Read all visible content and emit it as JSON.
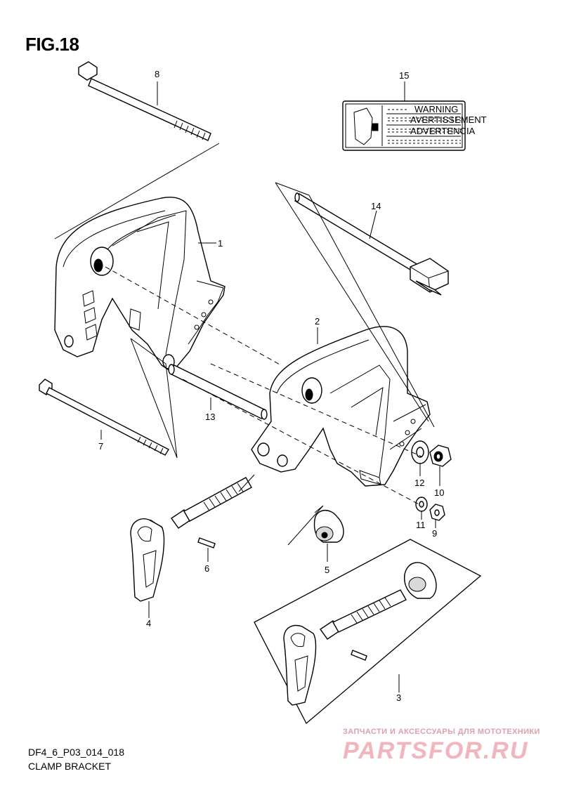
{
  "figure": {
    "title": "FIG.18",
    "code": "DF4_6_P03_014_018",
    "name": "CLAMP BRACKET"
  },
  "callouts": [
    "1",
    "2",
    "3",
    "4",
    "5",
    "6",
    "7",
    "8",
    "9",
    "10",
    "11",
    "12",
    "13",
    "14",
    "15"
  ],
  "label_decal": {
    "lines": [
      "WARNING",
      "AVERTISSEMENT",
      "ADVERTENCIA"
    ]
  },
  "watermark": {
    "line": "ЗАПЧАСТИ И АКСЕССУАРЫ ДЛЯ МОТОТЕХНИКИ",
    "logo": "PARTSFOR.RU"
  }
}
